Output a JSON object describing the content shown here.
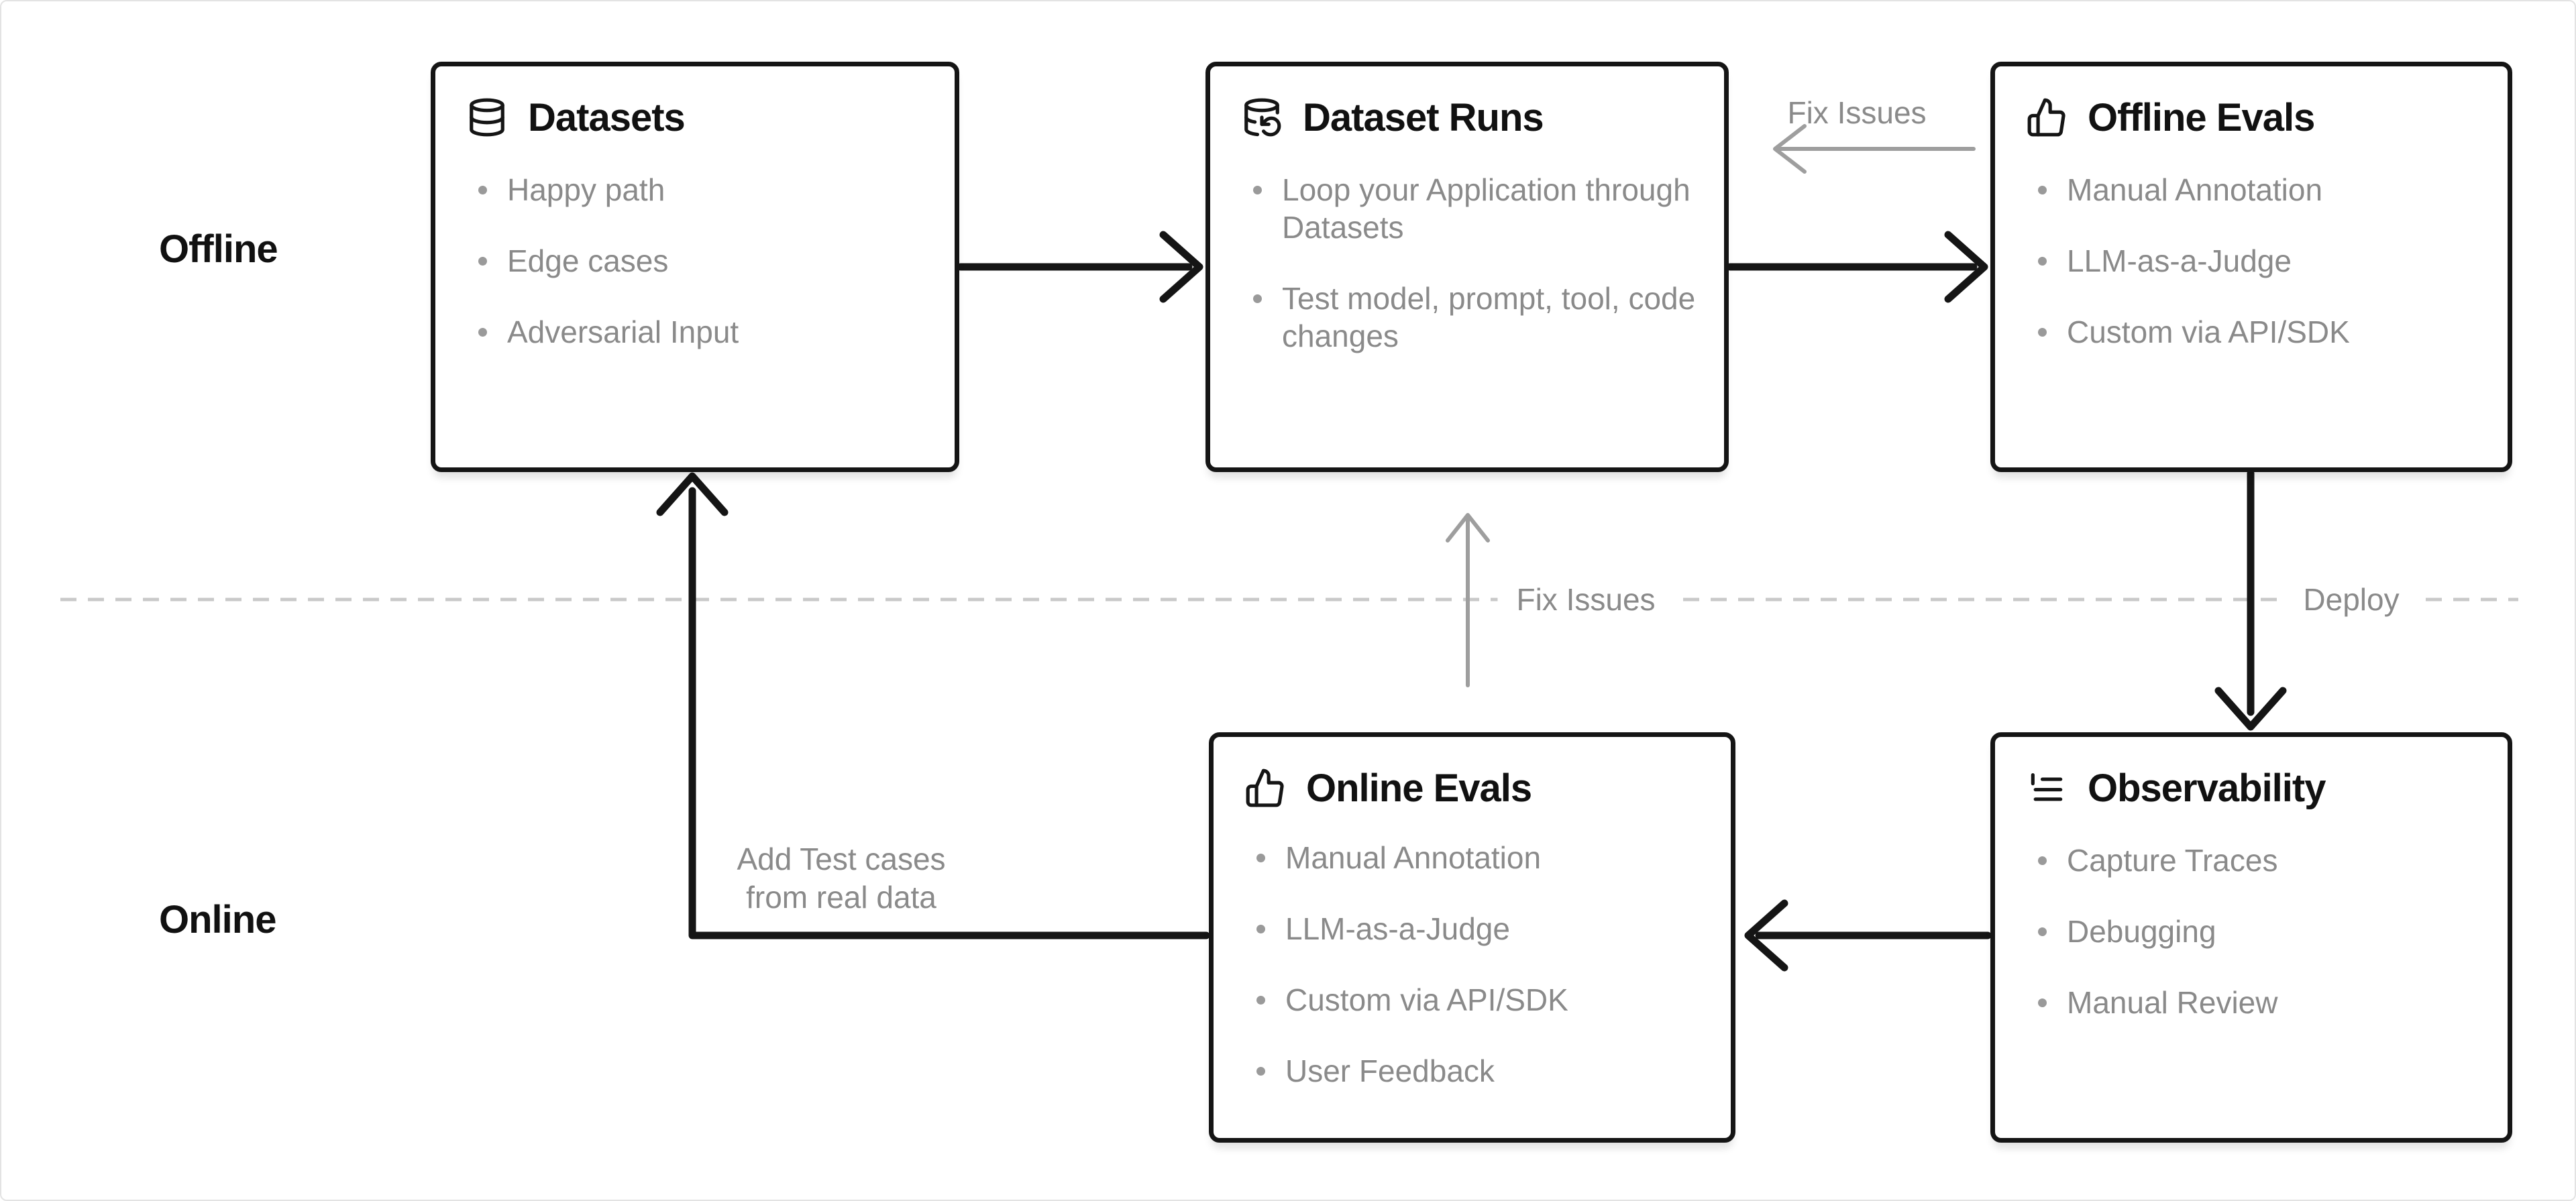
{
  "lanes": {
    "offline": "Offline",
    "online": "Online"
  },
  "boxes": [
    {
      "title": "Datasets",
      "icon": "database-icon",
      "items": [
        "Happy path",
        "Edge cases",
        "Adversarial Input"
      ]
    },
    {
      "title": "Dataset Runs",
      "icon": "dataset-runs-icon",
      "items": [
        "Loop your Application through Datasets",
        "Test model, prompt, tool, code changes"
      ]
    },
    {
      "title": "Offline Evals",
      "icon": "thumbs-up-icon",
      "items": [
        "Manual Annotation",
        "LLM-as-a-Judge",
        "Custom via API/SDK"
      ]
    },
    {
      "title": "Online Evals",
      "icon": "thumbs-up-icon",
      "items": [
        "Manual Annotation",
        "LLM-as-a-Judge",
        "Custom via API/SDK",
        "User Feedback"
      ]
    },
    {
      "title": "Observability",
      "icon": "logs-icon",
      "items": [
        "Capture Traces",
        "Debugging",
        "Manual Review"
      ]
    }
  ],
  "edge_labels": {
    "fix_issues_top": "Fix Issues",
    "fix_issues_middle": "Fix Issues",
    "deploy": "Deploy",
    "add_test_cases": "Add Test cases from real data"
  },
  "colors": {
    "box_border": "#151515",
    "arrow_black": "#151515",
    "arrow_gray": "#9e9e9e",
    "divider_dash": "#c9c9c9",
    "muted_text": "#8a8a8a",
    "title_text": "#111111",
    "background": "#ffffff"
  }
}
